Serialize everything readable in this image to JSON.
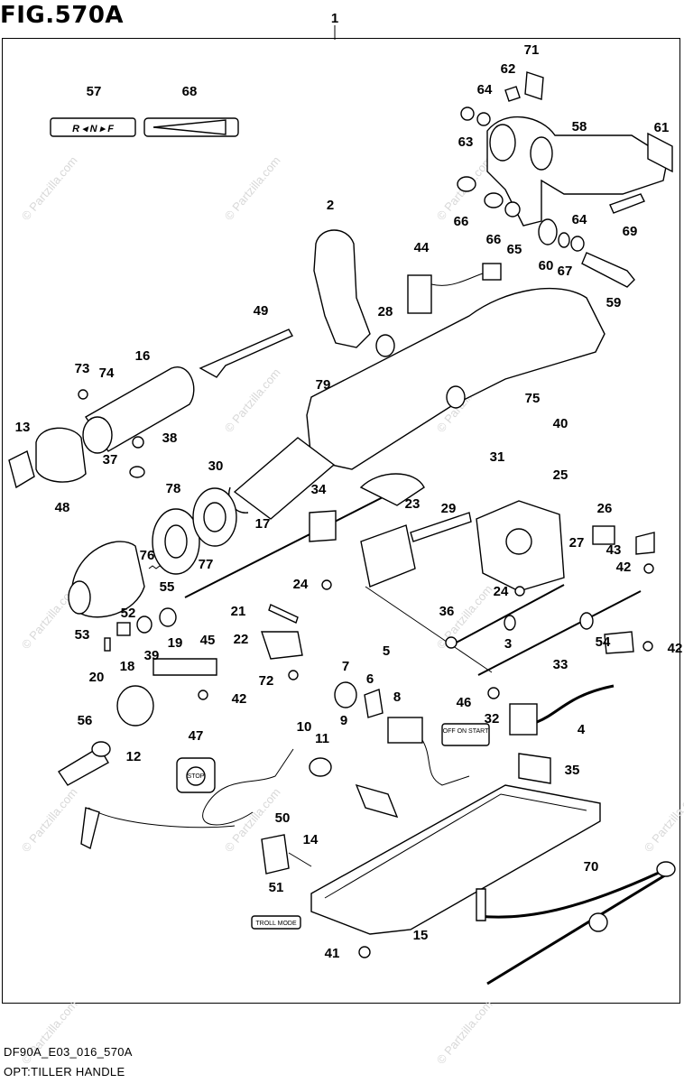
{
  "figure": {
    "title": "FIG.570A",
    "code": "DF90A_E03_016_570A",
    "subtitle": "OPT:TILLER HANDLE",
    "watermark": "© Partzilla.com"
  },
  "decals": {
    "shift": "R ◂ N ▸ F",
    "off_on_start": "OFF ON START",
    "troll_mode": "TROLL MODE",
    "stop": "STOP"
  },
  "callouts": [
    "1",
    "2",
    "3",
    "4",
    "5",
    "6",
    "7",
    "8",
    "9",
    "10",
    "11",
    "12",
    "13",
    "14",
    "15",
    "16",
    "17",
    "18",
    "19",
    "20",
    "21",
    "22",
    "23",
    "24",
    "24",
    "25",
    "26",
    "27",
    "28",
    "29",
    "30",
    "31",
    "32",
    "33",
    "34",
    "35",
    "36",
    "37",
    "38",
    "39",
    "40",
    "41",
    "42",
    "42",
    "42",
    "43",
    "44",
    "45",
    "46",
    "47",
    "48",
    "49",
    "50",
    "51",
    "52",
    "53",
    "54",
    "55",
    "56",
    "57",
    "58",
    "59",
    "60",
    "61",
    "62",
    "63",
    "64",
    "64",
    "65",
    "66",
    "66",
    "67",
    "68",
    "69",
    "70",
    "71",
    "72",
    "73",
    "74",
    "75",
    "76",
    "77",
    "78",
    "79"
  ]
}
